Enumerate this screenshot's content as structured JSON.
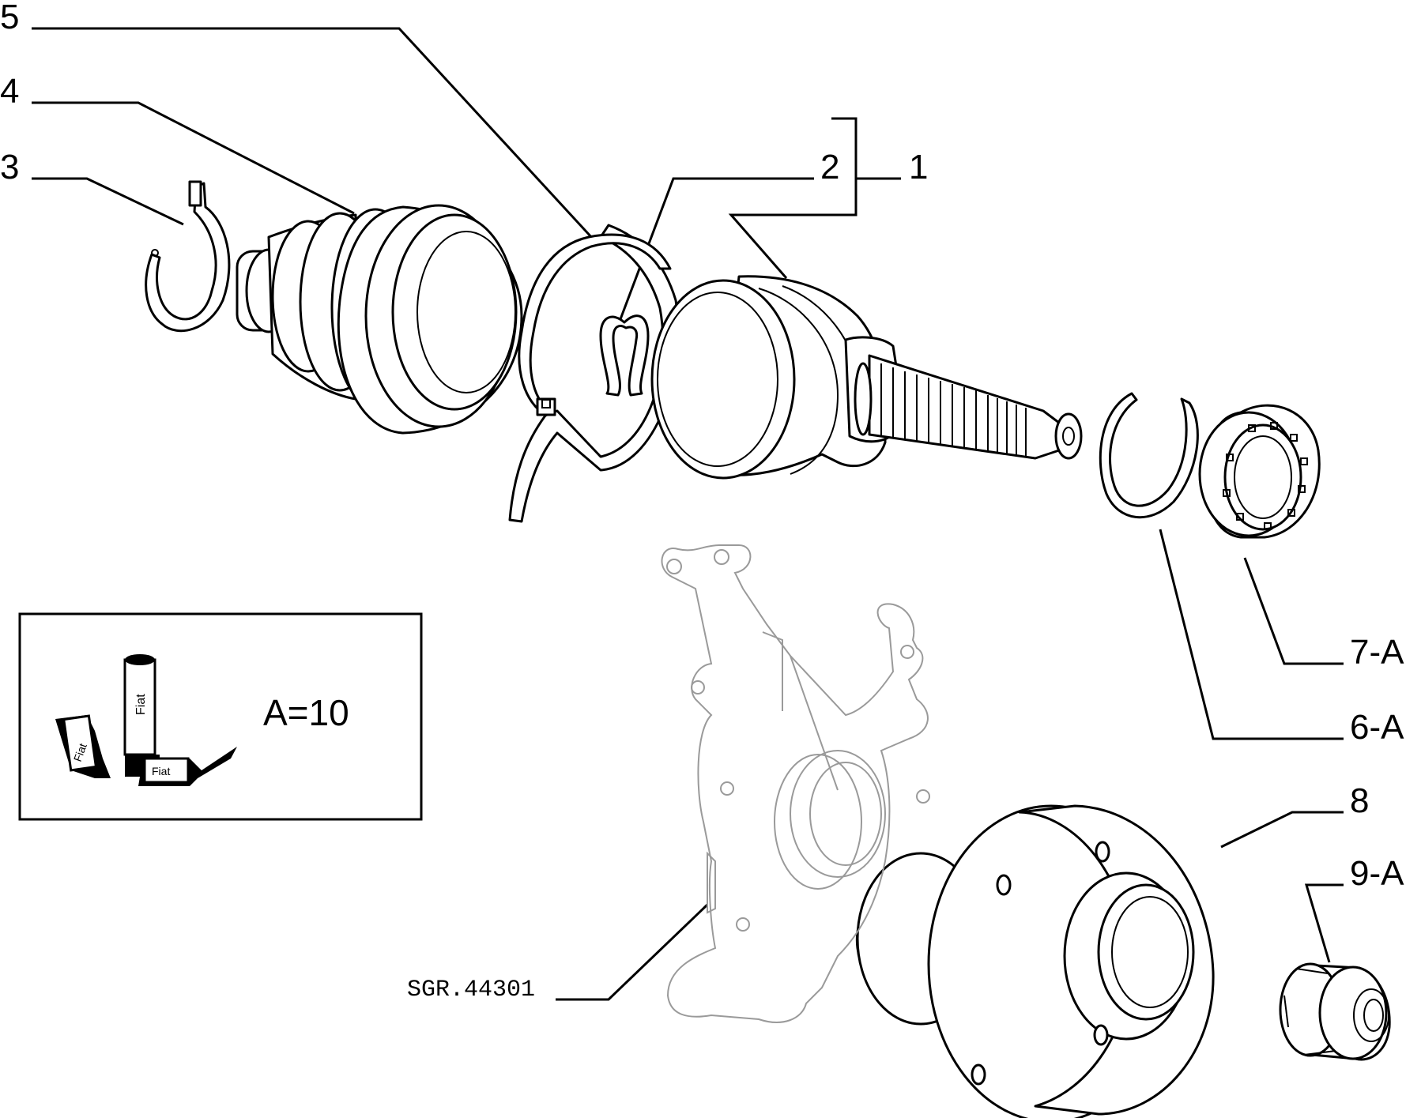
{
  "callouts": {
    "c1": "1",
    "c2": "2",
    "c3": "3",
    "c4": "4",
    "c5": "5",
    "c6": "6-A",
    "c7": "7-A",
    "c8": "8",
    "c9": "9-A"
  },
  "reference": "SGR.44301",
  "legend": {
    "value": "A=10",
    "brand": "Fiat"
  }
}
